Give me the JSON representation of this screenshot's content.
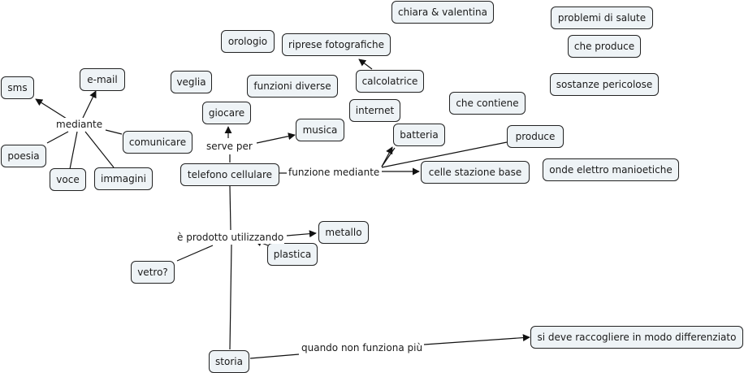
{
  "concepts": {
    "sms": "sms",
    "email": "e-mail",
    "poesia": "poesia",
    "voce": "voce",
    "immagini": "immagini",
    "comunicare": "comunicare",
    "veglia": "veglia",
    "orologio": "orologio",
    "riprese_fotografiche": "riprese fotografiche",
    "funzioni_diverse": "funzioni diverse",
    "calcolatrice": "calcolatrice",
    "giocare": "giocare",
    "musica": "musica",
    "internet": "internet",
    "batteria": "batteria",
    "chiara_valentina": "chiara & valentina",
    "che_contiene": "che contiene",
    "produce": "produce",
    "problemi_di_salute": "problemi di salute",
    "che_produce": "che produce",
    "sostanze_pericolose": "sostanze pericolose",
    "onde_elettro": "onde elettro manioetiche",
    "telefono_cellulare": "telefono cellulare",
    "celle_stazione_base": "celle stazione base",
    "metallo": "metallo",
    "plastica": "plastica",
    "vetro": "vetro?",
    "storia": "storia",
    "si_deve_raccogliere": "si deve raccogliere in modo differenziato"
  },
  "linking_phrases": {
    "mediante": "mediante",
    "serve_per": "serve per",
    "funzione_mediante": "funzione mediante",
    "prodotto_utilizzando": "è prodotto utilizzando",
    "quando_non_funziona": "quando non funziona più"
  },
  "colors": {
    "node_fill": "#eef3f6",
    "node_border": "#222222",
    "line": "#111111"
  }
}
